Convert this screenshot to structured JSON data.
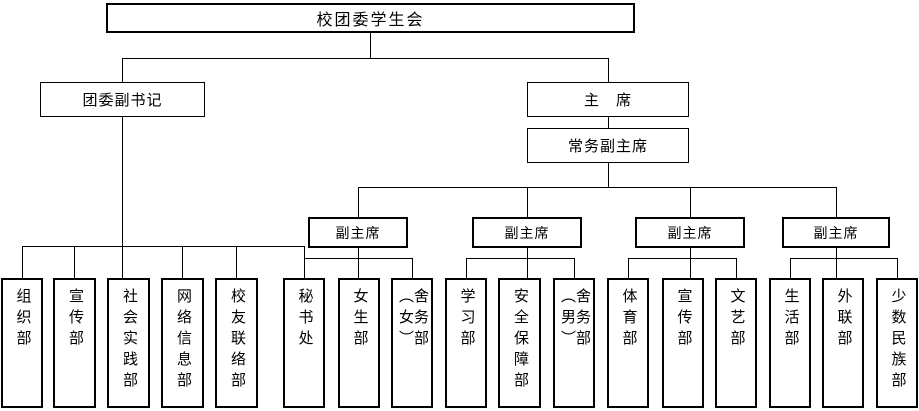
{
  "title": "校团委学生会",
  "colors": {
    "background": "#ffffff",
    "line": "#000000",
    "text": "#000000",
    "box_background": "#ffffff"
  },
  "org": {
    "root": "校团委学生会",
    "deputy_secretary": "团委副书记",
    "chairman": "主　席",
    "executive_vice_chairman": "常务副主席",
    "vice_chairmen": [
      {
        "label": "副主席"
      },
      {
        "label": "副主席"
      },
      {
        "label": "副主席"
      },
      {
        "label": "副主席"
      }
    ],
    "departments": [
      {
        "label": "组织部",
        "group": "团委副书记"
      },
      {
        "label": "宣传部",
        "group": "团委副书记"
      },
      {
        "label": "社会实践部",
        "group": "团委副书记"
      },
      {
        "label": "网络信息部",
        "group": "团委副书记"
      },
      {
        "label": "校友联络部",
        "group": "团委副书记"
      },
      {
        "label": "秘书处",
        "group": "副主席1"
      },
      {
        "label": "女生部",
        "group": "副主席1"
      },
      {
        "label": "舍务部（女）",
        "group": "副主席1"
      },
      {
        "label": "学习部",
        "group": "副主席2"
      },
      {
        "label": "安全保障部",
        "group": "副主席2"
      },
      {
        "label": "舍务部（男）",
        "group": "副主席2"
      },
      {
        "label": "体育部",
        "group": "副主席3"
      },
      {
        "label": "宣传部",
        "group": "副主席3"
      },
      {
        "label": "文艺部",
        "group": "副主席3"
      },
      {
        "label": "生活部",
        "group": "副主席4"
      },
      {
        "label": "外联部",
        "group": "副主席4"
      },
      {
        "label": "少数民族部",
        "group": "副主席4"
      }
    ]
  }
}
